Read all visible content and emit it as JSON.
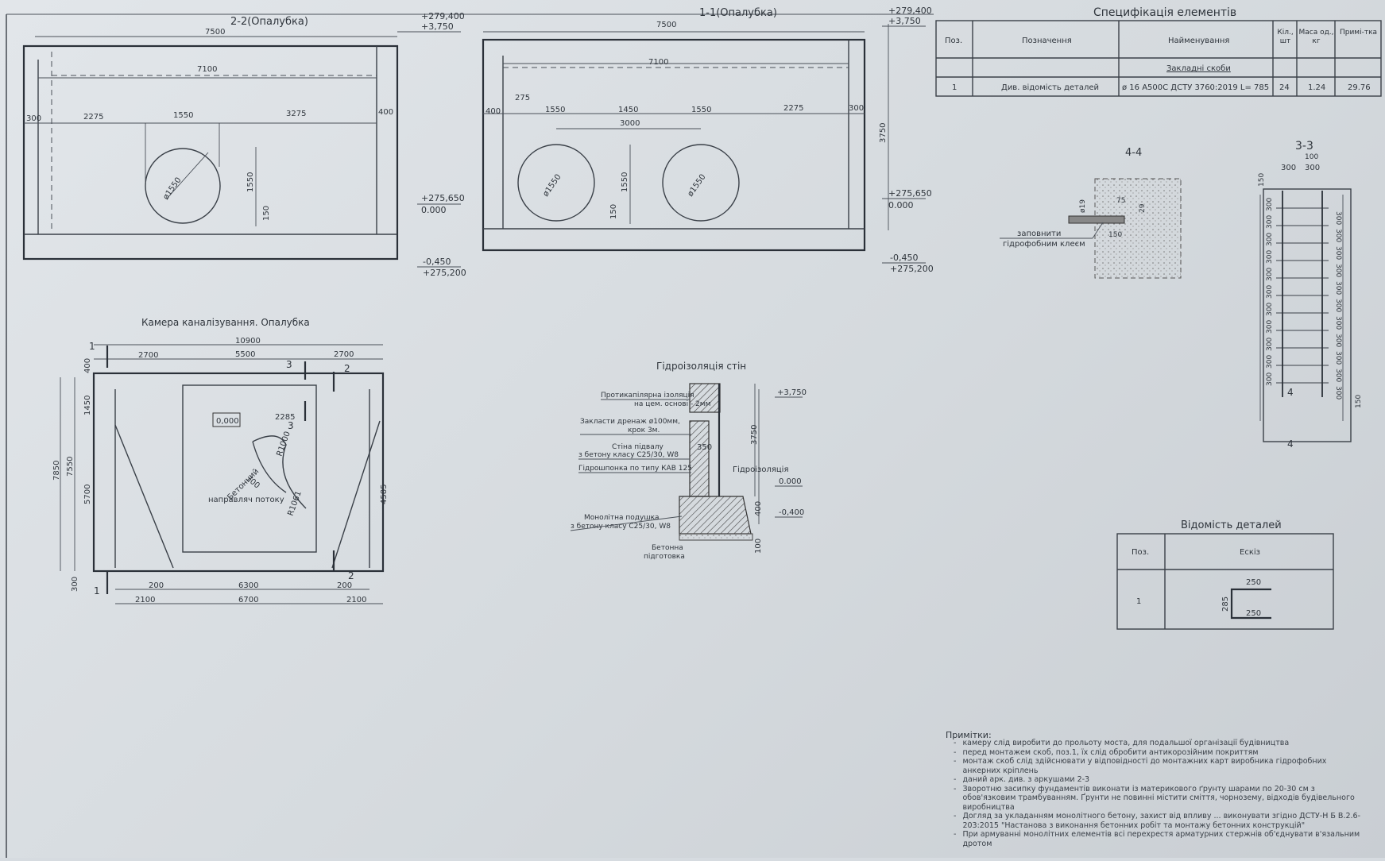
{
  "section22": {
    "title": "2-2(Опалубка)",
    "dims": {
      "d7500": "7500",
      "d7100": "7100",
      "d300": "300",
      "d2275": "2275",
      "d1550a": "1550",
      "d3275": "3275",
      "d400": "400",
      "d1550v": "1550",
      "d150": "150",
      "r1550": "ø1550"
    },
    "levels": {
      "top": "+279,400",
      "top_rel": "+3,750",
      "floor": "+275,650",
      "floor_rel": "0.000",
      "bottom_rel": "-0,450",
      "bottom": "+275,200"
    }
  },
  "section11": {
    "title": "1-1(Опалубка)",
    "dims": {
      "d7500": "7500",
      "d7100": "7100",
      "d275": "275",
      "d400": "400",
      "d1550a": "1550",
      "d1450": "1450",
      "d1550b": "1550",
      "d2275": "2275",
      "d300": "300",
      "d3000": "3000",
      "d1550v": "1550",
      "d150": "150",
      "d3750": "3750",
      "r1": "ø1550",
      "r2": "ø1550"
    },
    "levels": {
      "top": "+279,400",
      "top_rel": "+3,750",
      "floor": "+275,650",
      "floor_rel": "0.000",
      "bottom_rel": "-0,450",
      "bottom": "+275,200"
    }
  },
  "spec": {
    "title": "Специфікація елементів",
    "headers": {
      "pos": "Поз.",
      "designation": "Позначення",
      "name": "Найменування",
      "qty": "Кіл., шт",
      "mass": "Маса од., кг",
      "note": "Примі-тка"
    },
    "group": "Закладні скоби",
    "row": {
      "pos": "1",
      "designation": "Див. відомість деталей",
      "name": "ø 16 А500С  ДСТУ 3760:2019  L= 785",
      "qty": "24",
      "mass": "1.24",
      "note": "29.76"
    }
  },
  "sec44": {
    "title": "4-4",
    "labels": {
      "d19": "ø19",
      "d75": "75",
      "d29": "29",
      "d150": "150",
      "note1": "заповнити",
      "note2": "гідрофобним клеєм"
    }
  },
  "sec33": {
    "title": "3-3",
    "labels": {
      "d100": "100",
      "d300a": "300",
      "d300b": "300",
      "d150top": "150",
      "d150bot": "150",
      "step": "300",
      "marker": "4"
    }
  },
  "plan": {
    "title": "Камера каналізування. Опалубка",
    "dims": {
      "d10900": "10900",
      "d2700a": "2700",
      "d5500": "5500",
      "d2700b": "2700",
      "d400": "400",
      "d1450": "1450",
      "d5700": "5700",
      "d7850": "7850",
      "d7550": "7550",
      "d2285": "2285",
      "d300": "300",
      "d4585": "4585",
      "r1000": "R1000",
      "r1061": "R1061",
      "d200a": "200",
      "d6300": "6300",
      "d200b": "200",
      "d2100a": "2100",
      "d6700": "6700",
      "d2100b": "2100",
      "d300b": "300",
      "level": "0,000"
    },
    "note1": "Бетонний",
    "note2": "направляч потоку",
    "marks": {
      "m1": "1",
      "m2": "2",
      "m3": "3"
    }
  },
  "waterproof": {
    "title": "Гідроізоляція стін",
    "labels": [
      "Протикапілярна ізоляція",
      "на цем. основі - 2мм",
      "Закласти дренаж ø100мм,",
      "крок 3м.",
      "Стіна підвалу",
      "з бетону класу С25/30, W8",
      "Гідрошпонка по типу КАВ 125",
      "Монолітна подушка",
      "з бетону класу С25/30, W8",
      "Бетонна",
      "підготовка"
    ],
    "dims": {
      "d3750": "3750",
      "d350": "350",
      "d400": "400",
      "d100": "100",
      "l3750": "+3,750",
      "l000": "0.000",
      "l0400": "-0,400",
      "tag": "Гідроізоляція"
    }
  },
  "details": {
    "title": "Відомість деталей",
    "headers": {
      "pos": "Поз.",
      "sketch": "Ескіз"
    },
    "row": {
      "pos": "1",
      "d250a": "250",
      "d250b": "250",
      "d285": "285"
    }
  },
  "notes": {
    "title": "Примітки:",
    "items": [
      "камеру слід виробити до прольоту моста, для подальшої організації будівництва",
      "перед монтажем скоб, поз.1, їх слід обробити антикорозійним покриттям",
      "монтаж скоб слід здійснювати у відповідності до монтажних карт виробника гідрофобних анкерних кріплень",
      "даний арк. див. з аркушами 2-3",
      "Зворотню засипку фундаментів виконати із материкового ґрунту шарами по 20-30 см з обов'язковим трамбуванням. Ґрунти не повинні містити сміття, чорнозему, відходів будівельного виробництва",
      "Догляд за укладанням монолітного бетону, захист від впливу ... виконувати згідно ДСТУ-Н Б В.2.6-203:2015 \"Настанова з виконання бетонних робіт та монтажу бетонних конструкцій\"",
      "При армуванні монолітних елементів всі перехрестя арматурних стержнів об'єднувати в'язальним дротом"
    ]
  }
}
